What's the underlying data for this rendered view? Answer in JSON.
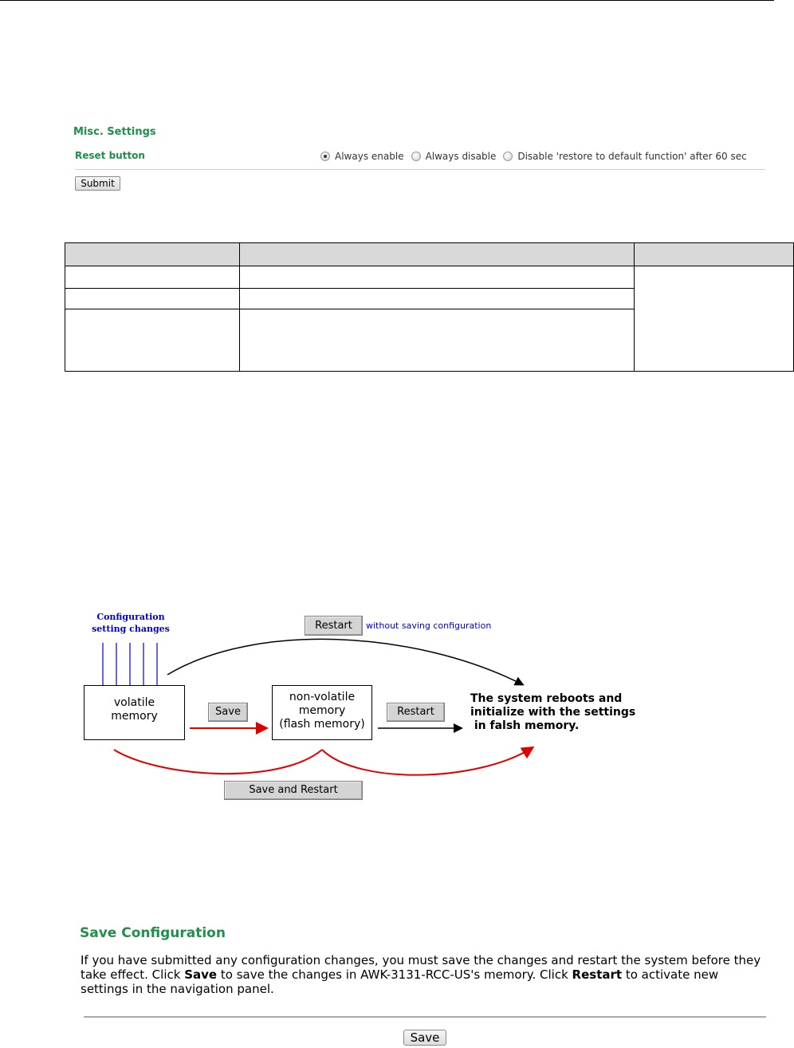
{
  "misc_settings": {
    "title": "Misc. Settings",
    "reset_button_label": "Reset button",
    "options": [
      {
        "label": "Always enable",
        "checked": true
      },
      {
        "label": "Always disable",
        "checked": false
      },
      {
        "label": "Disable 'restore to default function' after 60 sec",
        "checked": false
      }
    ],
    "submit_label": "Submit"
  },
  "diagram": {
    "config_label_line1": "Configuration",
    "config_label_line2": "setting changes",
    "restart_top_label": "Restart",
    "restart_note": "without saving configuration",
    "volatile_line1": "volatile",
    "volatile_line2": "memory",
    "save_label": "Save",
    "nonvolatile_line1": "non-volatile",
    "nonvolatile_line2": "memory",
    "nonvolatile_line3": "(flash memory)",
    "restart_mid_label": "Restart",
    "reboot_line1": "The system reboots and",
    "reboot_line2": "initialize with the settings",
    "reboot_line3": " in falsh memory.",
    "save_and_restart_label": "Save and Restart",
    "colors": {
      "blue": "#0000cc",
      "red": "#e00000",
      "black": "#000000"
    }
  },
  "save_configuration": {
    "title": "Save Configuration",
    "text_1": "If you have submitted any configuration changes, you must save the changes and restart the system before they take effect. Click ",
    "bold_save": "Save",
    "text_2": " to save the changes in AWK-3131-RCC-US's memory. Click ",
    "bold_restart": "Restart",
    "text_3": " to activate new settings in the navigation panel.",
    "save_button_label": "Save"
  },
  "colors": {
    "green_heading": "#1f8f4a",
    "header_fill": "#d9d9d9"
  }
}
